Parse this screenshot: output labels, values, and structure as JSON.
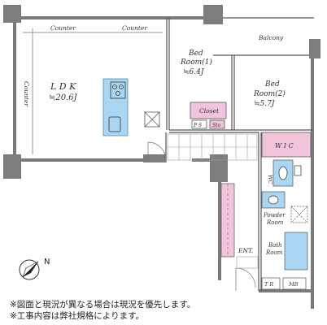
{
  "rooms": {
    "ldk": {
      "name": "L D K",
      "area": "≒20.6J"
    },
    "bedroom1": {
      "name1": "Bed",
      "name2": "Room(1)",
      "area": "≒6.4J"
    },
    "bedroom2": {
      "name1": "Bed",
      "name2": "Room(2)",
      "area": "≒5.7J"
    },
    "balcony": "Balcony",
    "closet": "Closet",
    "ps": "P S",
    "sto": "Sto",
    "wic": "W I C",
    "wc": "WC",
    "powder": {
      "name1": "Powder",
      "name2": "Room"
    },
    "bath": {
      "name1": "Bath",
      "name2": "Room"
    },
    "entrance": "ENT.",
    "tr": "T R",
    "mb": "MB"
  },
  "counters": {
    "top_left": "Counter",
    "top_right": "Counter",
    "side": "Counter"
  },
  "compass": {
    "label": "N"
  },
  "notes": [
    "※図面と現況が異なる場合は現況を優先します。",
    "※工事内容は弊社規格によります。"
  ],
  "colors": {
    "wall": "#7a7a7a",
    "column": "#7d7d7d",
    "blue": "#a9d6f2",
    "pink": "#f2c4dc",
    "line": "#555555"
  }
}
